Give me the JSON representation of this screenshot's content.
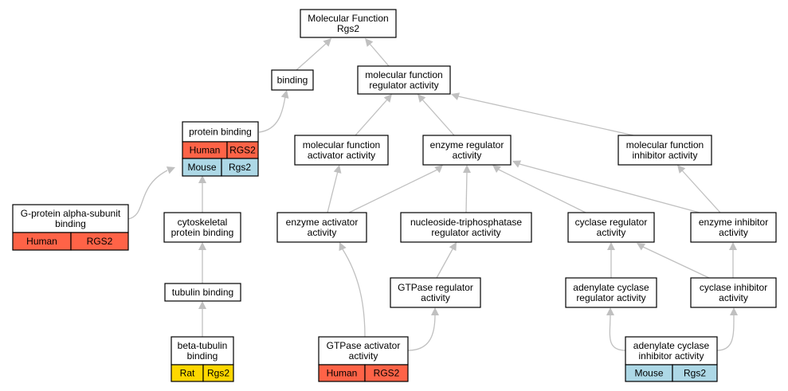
{
  "colors": {
    "human": "#ff6347",
    "mouse": "#add8e6",
    "rat": "#ffd700",
    "edge": "#c0c0c0"
  },
  "nodes": {
    "molecular_function": {
      "lines": [
        "Molecular Function",
        "Rgs2"
      ]
    },
    "binding": {
      "lines": [
        "binding"
      ]
    },
    "mf_regulator": {
      "lines": [
        "molecular function",
        "regulator activity"
      ]
    },
    "protein_binding": {
      "lines": [
        "protein binding"
      ],
      "annotations": [
        {
          "species": "Human",
          "gene": "RGS2"
        },
        {
          "species": "Mouse",
          "gene": "Rgs2"
        }
      ]
    },
    "mf_activator": {
      "lines": [
        "molecular function",
        "activator activity"
      ]
    },
    "enzyme_regulator": {
      "lines": [
        "enzyme regulator",
        "activity"
      ]
    },
    "mf_inhibitor": {
      "lines": [
        "molecular function",
        "inhibitor activity"
      ]
    },
    "g_protein_alpha": {
      "lines": [
        "G-protein alpha-subunit",
        "binding"
      ],
      "annotations": [
        {
          "species": "Human",
          "gene": "RGS2"
        }
      ]
    },
    "cytoskeletal": {
      "lines": [
        "cytoskeletal",
        "protein binding"
      ]
    },
    "enzyme_activator": {
      "lines": [
        "enzyme activator",
        "activity"
      ]
    },
    "ntp_regulator": {
      "lines": [
        "nucleoside-triphosphatase",
        "regulator activity"
      ]
    },
    "cyclase_regulator": {
      "lines": [
        "cyclase regulator",
        "activity"
      ]
    },
    "enzyme_inhibitor": {
      "lines": [
        "enzyme inhibitor",
        "activity"
      ]
    },
    "tubulin_binding": {
      "lines": [
        "tubulin binding"
      ]
    },
    "gtpase_regulator": {
      "lines": [
        "GTPase regulator",
        "activity"
      ]
    },
    "adenylate_regulator": {
      "lines": [
        "adenylate cyclase",
        "regulator activity"
      ]
    },
    "cyclase_inhibitor": {
      "lines": [
        "cyclase inhibitor",
        "activity"
      ]
    },
    "beta_tubulin": {
      "lines": [
        "beta-tubulin",
        "binding"
      ],
      "annotations": [
        {
          "species": "Rat",
          "gene": "Rgs2"
        }
      ]
    },
    "gtpase_activator": {
      "lines": [
        "GTPase activator",
        "activity"
      ],
      "annotations": [
        {
          "species": "Human",
          "gene": "RGS2"
        }
      ]
    },
    "adenylate_inhibitor": {
      "lines": [
        "adenylate cyclase",
        "inhibitor activity"
      ],
      "annotations": [
        {
          "species": "Mouse",
          "gene": "Rgs2"
        }
      ]
    }
  },
  "edges": [
    {
      "from": "binding",
      "to": "molecular_function"
    },
    {
      "from": "mf_regulator",
      "to": "molecular_function"
    },
    {
      "from": "protein_binding",
      "to": "binding"
    },
    {
      "from": "mf_activator",
      "to": "mf_regulator"
    },
    {
      "from": "enzyme_regulator",
      "to": "mf_regulator"
    },
    {
      "from": "mf_inhibitor",
      "to": "mf_regulator"
    },
    {
      "from": "g_protein_alpha",
      "to": "protein_binding"
    },
    {
      "from": "cytoskeletal",
      "to": "protein_binding"
    },
    {
      "from": "enzyme_activator",
      "to": "mf_activator"
    },
    {
      "from": "enzyme_activator",
      "to": "enzyme_regulator"
    },
    {
      "from": "ntp_regulator",
      "to": "enzyme_regulator"
    },
    {
      "from": "cyclase_regulator",
      "to": "enzyme_regulator"
    },
    {
      "from": "enzyme_inhibitor",
      "to": "enzyme_regulator"
    },
    {
      "from": "enzyme_inhibitor",
      "to": "mf_inhibitor"
    },
    {
      "from": "tubulin_binding",
      "to": "cytoskeletal"
    },
    {
      "from": "gtpase_regulator",
      "to": "ntp_regulator"
    },
    {
      "from": "adenylate_regulator",
      "to": "cyclase_regulator"
    },
    {
      "from": "cyclase_inhibitor",
      "to": "cyclase_regulator"
    },
    {
      "from": "cyclase_inhibitor",
      "to": "enzyme_inhibitor"
    },
    {
      "from": "beta_tubulin",
      "to": "tubulin_binding"
    },
    {
      "from": "gtpase_activator",
      "to": "enzyme_activator"
    },
    {
      "from": "gtpase_activator",
      "to": "gtpase_regulator"
    },
    {
      "from": "adenylate_inhibitor",
      "to": "adenylate_regulator"
    },
    {
      "from": "adenylate_inhibitor",
      "to": "cyclase_inhibitor"
    }
  ]
}
